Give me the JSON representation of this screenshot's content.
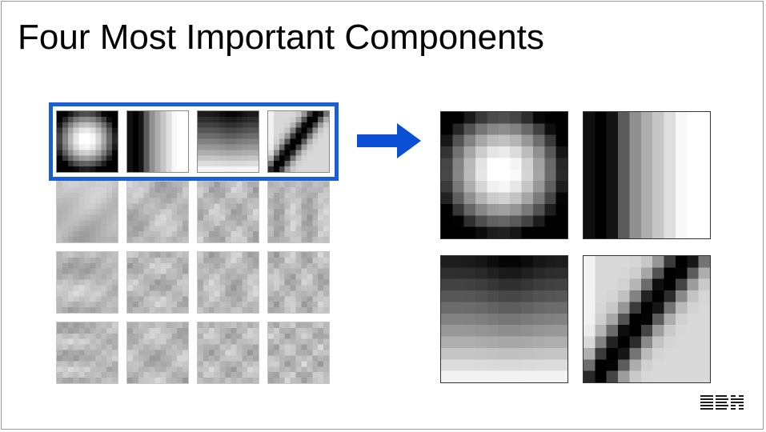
{
  "slide": {
    "title": "Four Most Important Components"
  },
  "colors": {
    "highlight": "#1a5fd6",
    "arrow": "#0a4fd4",
    "title_text": "#000000"
  },
  "components": [
    {
      "name": "radial-blob"
    },
    {
      "name": "vertical-dark-band"
    },
    {
      "name": "horizontal-gradient"
    },
    {
      "name": "diagonal-dark-band"
    }
  ],
  "icons": {
    "arrow": "right-arrow-icon",
    "logo": "ibm-logo"
  },
  "logo": {
    "text": "IBM"
  }
}
